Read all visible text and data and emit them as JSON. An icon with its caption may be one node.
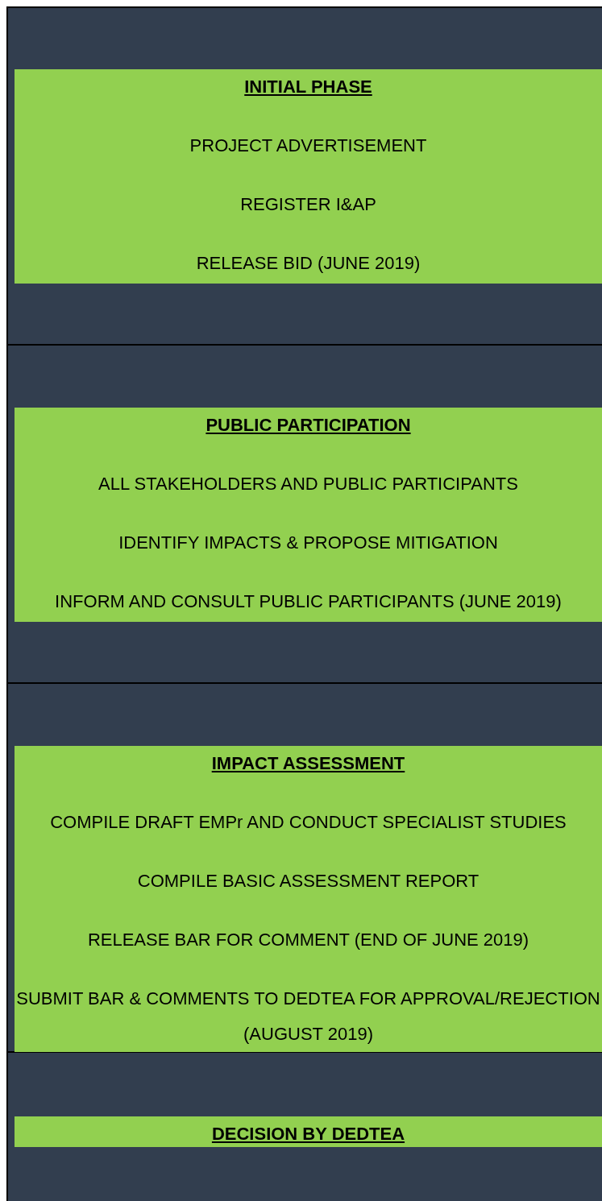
{
  "diagram": {
    "nodes": [
      {
        "text": [
          "INITIAL PHASE",
          "PROJECT ADVERTISEMENT",
          "REGISTER I&AP",
          "RELEASE BID (JUNE 2019)"
        ]
      },
      {
        "text": [
          "PUBLIC PARTICIPATION",
          "ALL STAKEHOLDERS AND PUBLIC PARTICIPANTS",
          "IDENTIFY IMPACTS & PROPOSE MITIGATION",
          "INFORM AND CONSULT PUBLIC PARTICIPANTS (JUNE 2019)"
        ]
      },
      {
        "text": [
          "IMPACT ASSESSMENT",
          "COMPILE DRAFT EMPr AND CONDUCT SPECIALIST STUDIES",
          "COMPILE BASIC ASSESSMENT REPORT",
          "RELEASE BAR FOR COMMENT (END OF JUNE 2019)",
          "SUBMIT BAR & COMMENTS TO DEDTEA FOR APPROVAL/REJECTION (AUGUST 2019)"
        ]
      },
      {
        "text": [
          "DECISION BY DEDTEA"
        ]
      }
    ],
    "edges": []
  }
}
